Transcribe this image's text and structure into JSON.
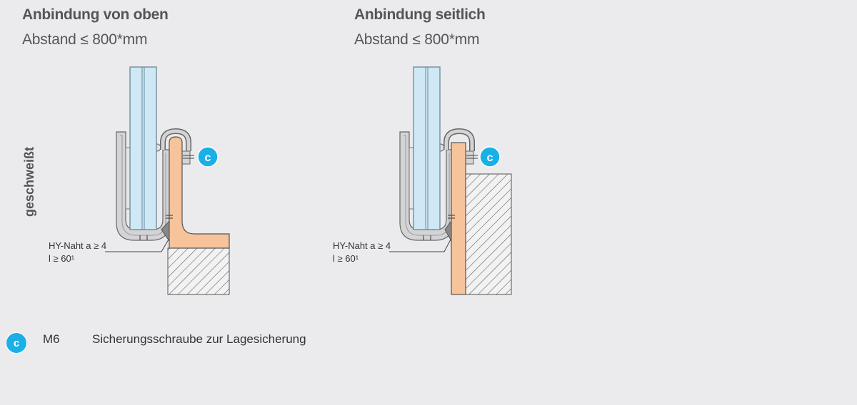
{
  "left": {
    "title": "Anbindung von oben",
    "subtitle": "Abstand ≤ 800*mm",
    "weld_line1": "HY-Naht a ≥ 4",
    "weld_line2": "l ≥ 60¹",
    "badge": "c"
  },
  "right": {
    "title": "Anbindung seitlich",
    "subtitle": "Abstand ≤ 800*mm",
    "weld_line1": "HY-Naht a ≥ 4",
    "weld_line2": "l ≥ 60¹",
    "badge": "c"
  },
  "side_label": "geschweißt",
  "legend": {
    "badge": "c",
    "code": "M6",
    "description": "Sicherungsschraube zur Lagesicherung"
  },
  "colors": {
    "glass": "#cfe8f5",
    "steel_bracket": "#f6c39a",
    "badge": "#1ab0e6",
    "profile": "#d4d4d6"
  }
}
